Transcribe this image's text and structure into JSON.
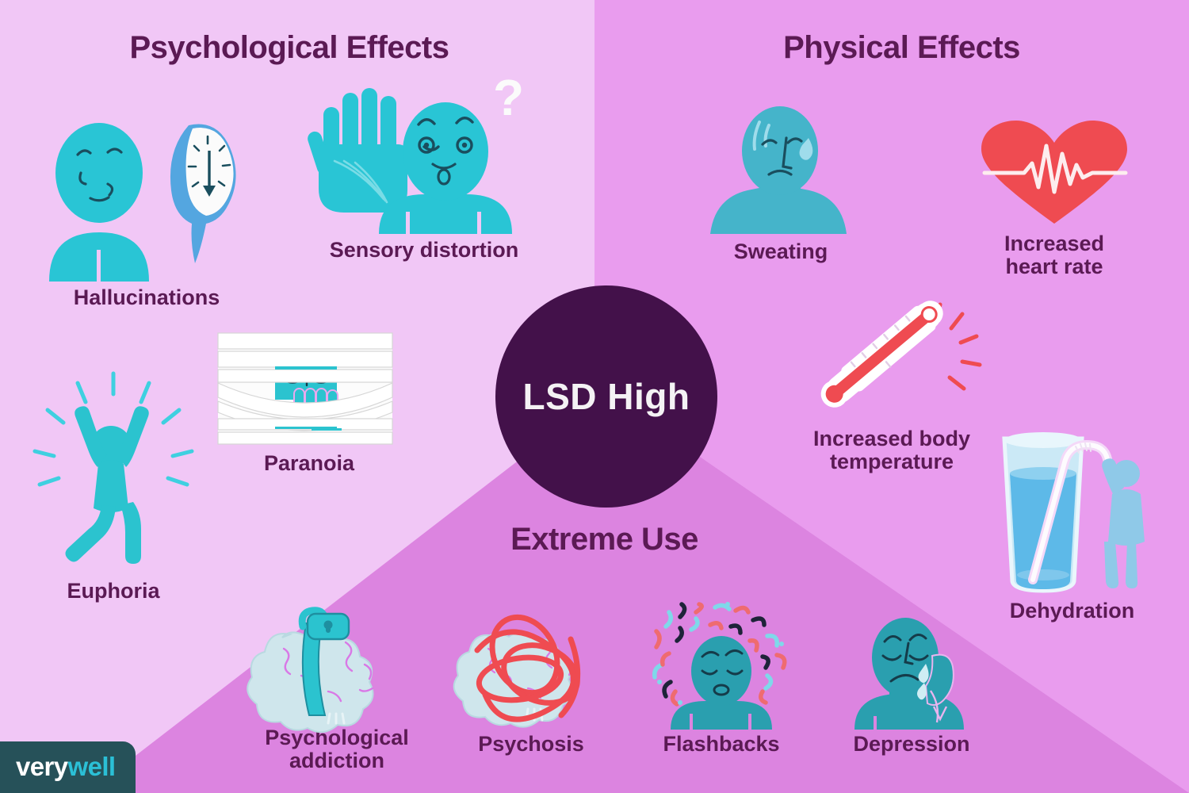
{
  "center": {
    "label": "LSD High"
  },
  "sections": [
    {
      "id": "psychological",
      "title": "Psychological Effects"
    },
    {
      "id": "physical",
      "title": "Physical Effects"
    },
    {
      "id": "extreme",
      "title": "Extreme Use"
    }
  ],
  "items": {
    "hallucinations": {
      "label": "Hallucinations",
      "icon": "melting-face-icon",
      "section": "psychological"
    },
    "sensory": {
      "label": "Sensory distortion",
      "icon": "raised-hand-question-icon",
      "section": "psychological"
    },
    "paranoia": {
      "label": "Paranoia",
      "icon": "peeking-through-blinds-icon",
      "section": "psychological"
    },
    "euphoria": {
      "label": "Euphoria",
      "icon": "jumping-person-icon",
      "section": "psychological"
    },
    "sweating": {
      "label": "Sweating",
      "icon": "sweating-face-icon",
      "section": "physical"
    },
    "heartrate": {
      "label": "Increased\nheart rate",
      "icon": "heart-pulse-icon",
      "section": "physical"
    },
    "bodytemp": {
      "label": "Increased body\ntemperature",
      "icon": "thermometer-icon",
      "section": "physical"
    },
    "dehydration": {
      "label": "Dehydration",
      "icon": "water-glass-straw-icon",
      "section": "physical"
    },
    "addiction": {
      "label": "Psychological\naddiction",
      "icon": "brain-lock-icon",
      "section": "extreme"
    },
    "psychosis": {
      "label": "Psychosis",
      "icon": "brain-scribble-icon",
      "section": "extreme"
    },
    "flashbacks": {
      "label": "Flashbacks",
      "icon": "squiggles-head-icon",
      "section": "extreme"
    },
    "depression": {
      "label": "Depression",
      "icon": "crying-face-icon",
      "section": "extreme"
    }
  },
  "logo": {
    "part1": "very",
    "part2": "well"
  },
  "colors": {
    "bg_light_pink": "#F1C7F6",
    "bg_mid_pink": "#E99CEE",
    "bg_wedge_pink": "#DC84E0",
    "dark_purple": "#5B1A54",
    "circle_purple": "#43114A",
    "cyan": "#29C5D5",
    "teal": "#2A9FAF",
    "red": "#EF4B51",
    "logo_bg": "#265159",
    "logo_accent": "#2BBFD6",
    "white": "#FFFFFF"
  }
}
